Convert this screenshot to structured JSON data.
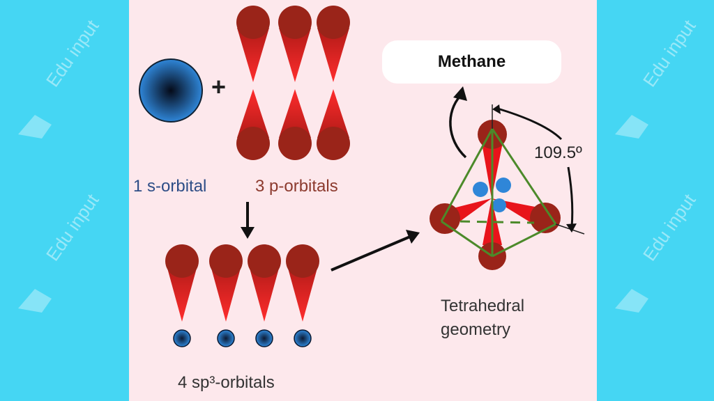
{
  "watermark": {
    "text": "Edu input"
  },
  "labels": {
    "s_orbital": "1 s-orbital",
    "p_orbitals": "3 p-orbitals",
    "sp3_orbitals": "4 sp³-orbitals",
    "geometry_line1": "Tetrahedral",
    "geometry_line2": "geometry",
    "angle": "109.5º",
    "methane": "Methane",
    "plus": "+"
  },
  "colors": {
    "side_background": "#45d6f3",
    "panel_background": "#fde8ec",
    "lobe_red": "#e8141b",
    "lobe_cap": "#9a2419",
    "s_orbital_blue": "#2f86d8",
    "tetrahedron_green": "#4c8a2a",
    "arrow": "#111111"
  }
}
